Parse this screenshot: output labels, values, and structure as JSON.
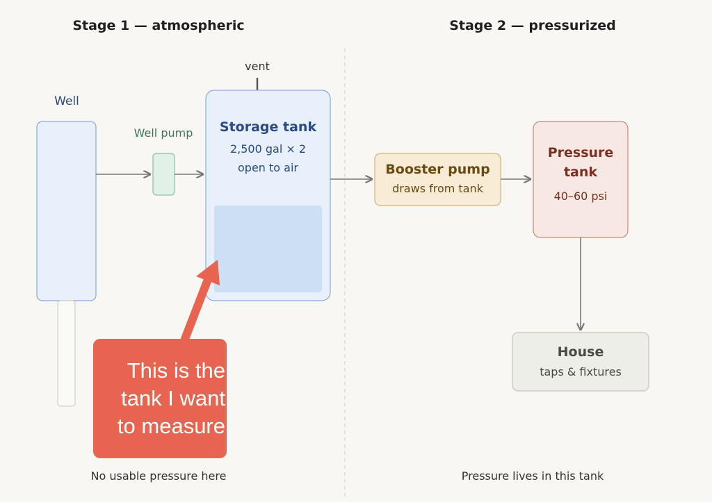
{
  "stages": [
    {
      "title": "Stage 1 — atmospheric",
      "caption": "No usable pressure here"
    },
    {
      "title": "Stage 2 — pressurized",
      "caption": "Pressure lives in this tank"
    }
  ],
  "nodes": {
    "well": {
      "label": "Well"
    },
    "well_pump": {
      "label": "Well pump"
    },
    "vent": {
      "label": "vent"
    },
    "storage_tank": {
      "title": "Storage tank",
      "line1": "2,500 gal × 2",
      "line2": "open to air"
    },
    "booster_pump": {
      "title": "Booster pump",
      "subtitle": "draws from tank"
    },
    "pressure_tank": {
      "title_line1": "Pressure",
      "title_line2": "tank",
      "subtitle": "40–60 psi"
    },
    "house": {
      "title": "House",
      "subtitle": "taps & fixtures"
    }
  },
  "callout": {
    "text": "This is the\ntank I want\nto measure"
  },
  "colors": {
    "blue_fill": "#e8f0fb",
    "blue_stroke": "#8aa9d9",
    "blue_text": "#2a4a85",
    "green_fill": "#e2f1e8",
    "green_stroke": "#8fbf9f",
    "green_text": "#3f7a55",
    "amber_fill": "#f8ecd6",
    "amber_stroke": "#d3b27c",
    "amber_text": "#6b4a12",
    "red_fill": "#f8e8e3",
    "red_stroke": "#c98877",
    "red_text": "#7a3021",
    "gray_fill": "#eeeee8",
    "gray_stroke": "#c4c4ba",
    "gray_text": "#4a4a44",
    "callout": "#e76550",
    "arrow": "#777777"
  }
}
